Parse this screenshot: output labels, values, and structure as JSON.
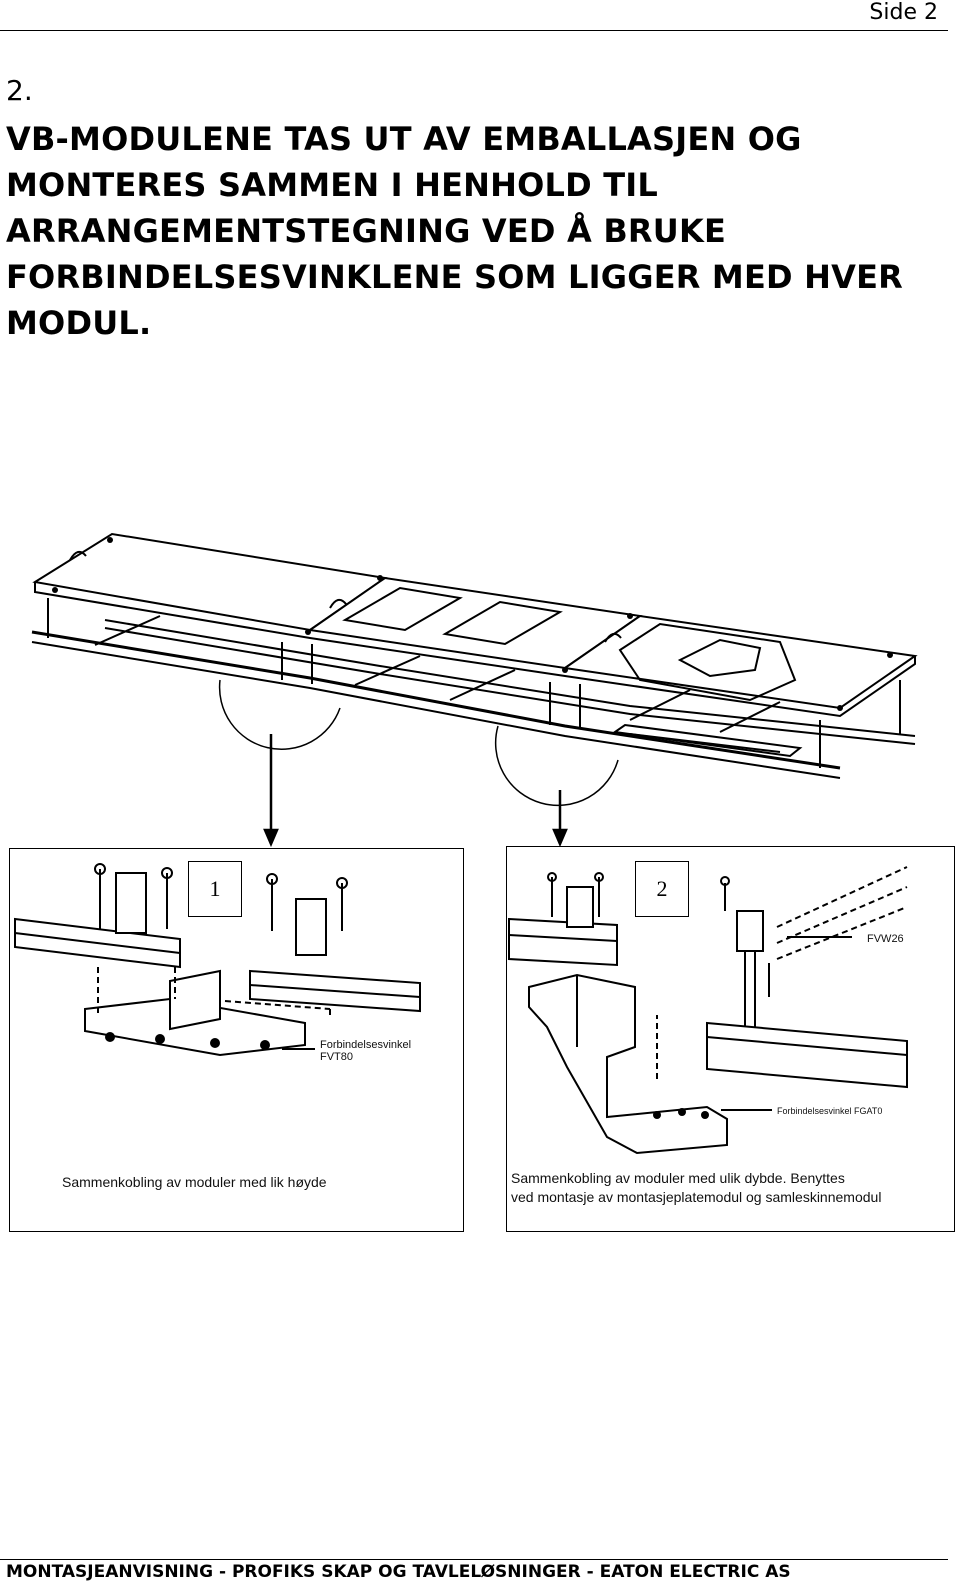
{
  "header": {
    "page_label": "Side 2"
  },
  "step": {
    "number": "2."
  },
  "instruction": {
    "lines": [
      "VB-MODULENE TAS UT AV EMBALLASJEN OG",
      "MONTERES SAMMEN I HENHOLD TIL",
      "ARRANGEMENTSTEGNING VED Å BRUKE",
      "FORBINDELSESVINKLENE SOM LIGGER MED HVER",
      "MODUL."
    ]
  },
  "detail_1": {
    "number": "1",
    "callout_name": "Forbindelsesvinkel",
    "callout_code": "FVT80",
    "caption": "Sammenkobling av moduler med lik høyde"
  },
  "detail_2": {
    "number": "2",
    "callout_top": "FVW26",
    "callout_bottom": "Forbindelsesvinkel FGAT0",
    "caption_line1": "Sammenkobling av moduler med ulik dybde. Benyttes",
    "caption_line2": "ved montasje av montasjeplatemodul og samleskinnemodul"
  },
  "footer": {
    "text": "MONTASJEANVISNING - PROFIKS SKAP OG TAVLELØSNINGER - EATON ELECTRIC AS"
  }
}
